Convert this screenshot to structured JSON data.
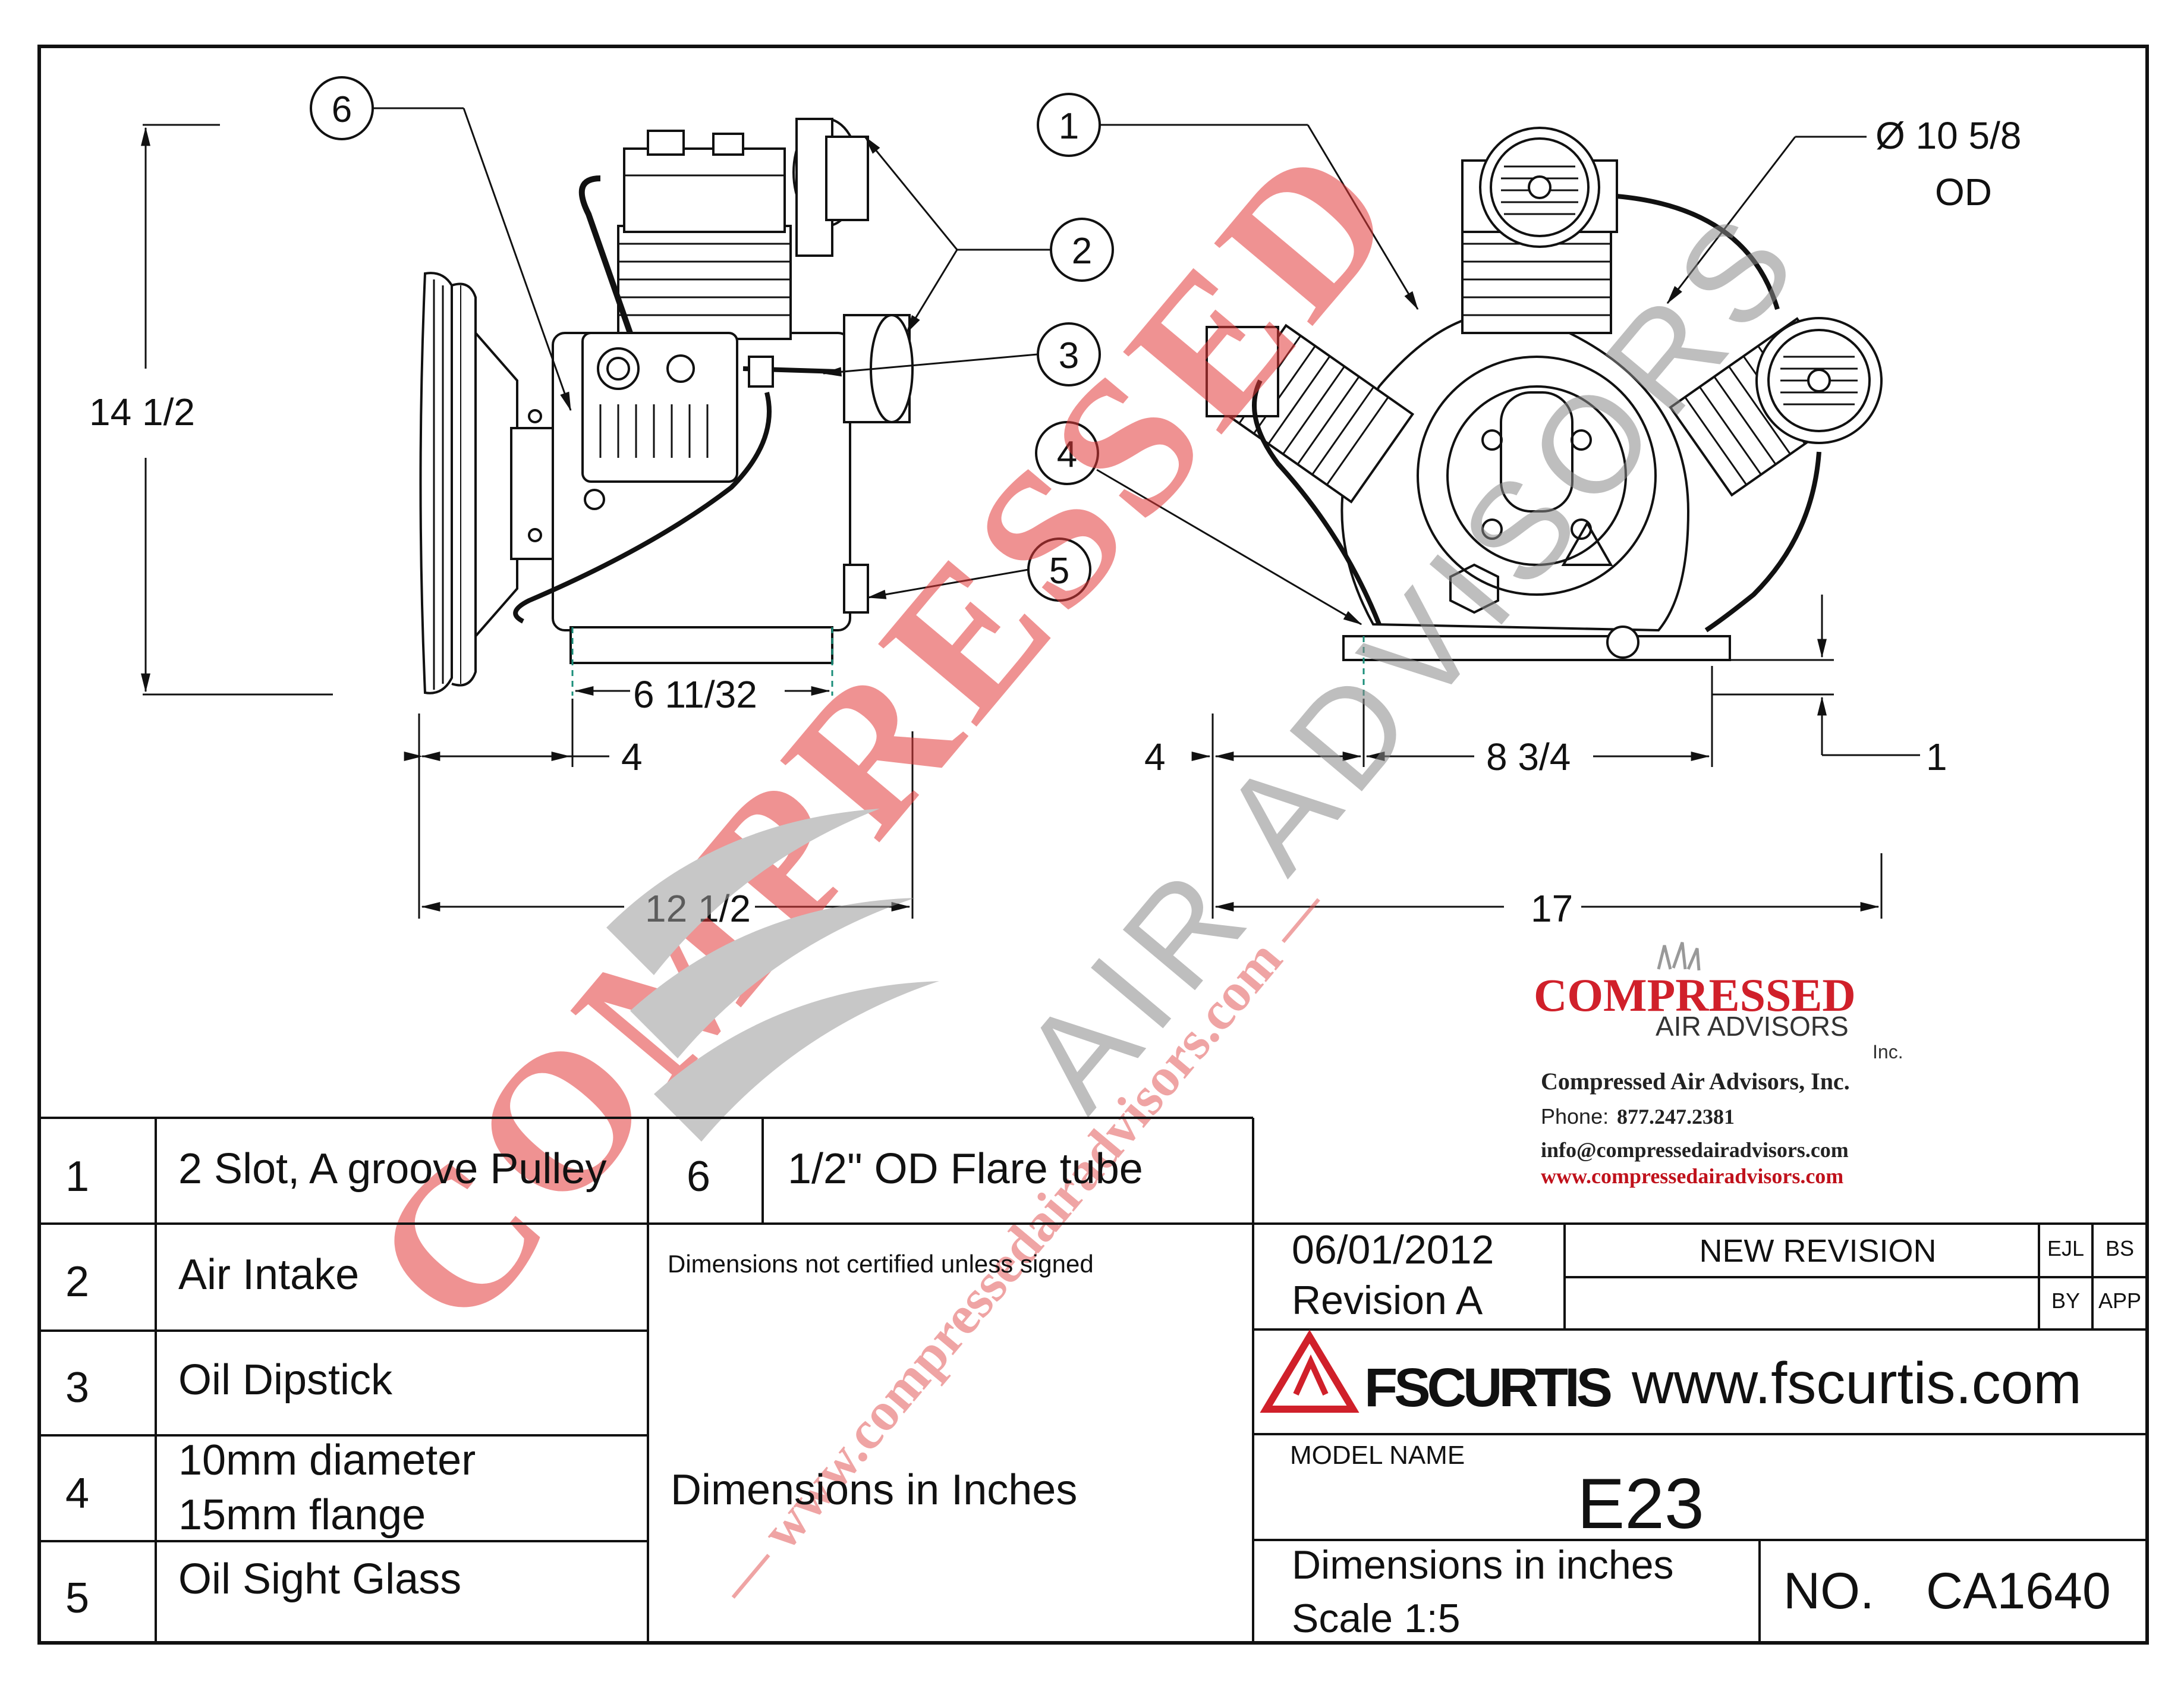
{
  "drawing": {
    "height_dim": "14 1/2",
    "left_dims": {
      "feet_width": "6 11/32",
      "pulley_offset": "4",
      "overall_length": "12 1/2"
    },
    "right_dims": {
      "left_offset": "4",
      "feet_span": "8 3/4",
      "overall_width": "17",
      "foot_height": "1"
    },
    "flywheel_label": "Ø 10 5/8",
    "flywheel_od": "OD",
    "callouts": [
      "1",
      "2",
      "3",
      "4",
      "5",
      "6"
    ]
  },
  "watermark": {
    "line1": "COMPRESSED",
    "line2": "AIR ADVISORS",
    "url": "— www.compressedairadvisors.com —"
  },
  "vendor": {
    "logo_main": "COMPRESSED",
    "logo_sub": "AIR ADVISORS",
    "logo_inc": "Inc.",
    "company": "Compressed Air Advisors, Inc.",
    "phone_label": "Phone:",
    "phone": "877.247.2381",
    "email": "info@compressedairadvisors.com",
    "website": "www.compressedairadvisors.com",
    "brand_red": "#d0202a"
  },
  "parts": [
    {
      "num": "1",
      "desc": "2 Slot, A groove Pulley"
    },
    {
      "num": "2",
      "desc": "Air Intake"
    },
    {
      "num": "3",
      "desc": "Oil Dipstick"
    },
    {
      "num": "4",
      "desc": "10mm diameter",
      "desc2": "15mm flange"
    },
    {
      "num": "5",
      "desc": "Oil Sight Glass"
    },
    {
      "num": "6",
      "desc": "1/2\" OD Flare tube"
    }
  ],
  "notes": {
    "certified": "Dimensions not certified unless signed",
    "units": "Dimensions in Inches"
  },
  "title_block": {
    "date": "06/01/2012",
    "revision": "Revision A",
    "revision_note": "NEW REVISION",
    "col1": "EJL",
    "col2": "BS",
    "by": "BY",
    "app": "APP",
    "brand": "FSCURTIS",
    "brand_url": "www.fscurtis.com",
    "model_label": "MODEL NAME",
    "model": "E23",
    "dims_note": "Dimensions in inches",
    "scale": "Scale 1:5",
    "no_label": "NO.",
    "no_value": "CA1640"
  }
}
